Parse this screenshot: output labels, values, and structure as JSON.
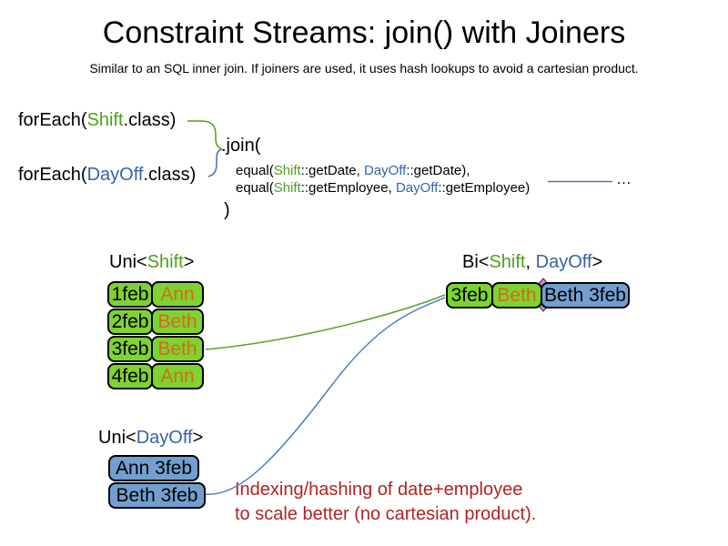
{
  "title": "Constraint Streams: join() with Joiners",
  "subtitle": "Similar to an SQL inner join. If joiners are used, it uses hash lookups to avoid a cartesian product.",
  "colors": {
    "shift_green_text": "#4aa21c",
    "dayoff_blue_text": "#3465a4",
    "employee_orange_text": "#d2691e",
    "shift_box_green": "#7ed331",
    "dayoff_box_blue": "#729fcf",
    "annotation_red": "#b22222",
    "joiner_line_purple": "#8064a2",
    "join_point_pink": "#cf8ccf"
  },
  "code": {
    "foreach_shift": {
      "pre": "forEach(",
      "cls": "Shift",
      "post": ".class)"
    },
    "foreach_dayoff": {
      "pre": "forEach(",
      "cls": "DayOff",
      "post": ".class)"
    },
    "join_open": ".join(",
    "joiner_date": {
      "pre": "equal(",
      "shift": "Shift",
      "mid": "::getDate, ",
      "dayoff": "DayOff",
      "post": "::getDate),"
    },
    "joiner_employee": {
      "pre": "equal(",
      "shift": "Shift",
      "mid": "::getEmployee, ",
      "dayoff": "DayOff",
      "post": "::getEmployee)"
    },
    "join_close": ")",
    "ellipsis": "…"
  },
  "uni_shift": {
    "label": {
      "pre": "Uni<",
      "type": "Shift",
      "post": ">"
    },
    "rows": [
      {
        "date": "1feb",
        "employee": "Ann"
      },
      {
        "date": "2feb",
        "employee": "Beth"
      },
      {
        "date": "3feb",
        "employee": "Beth"
      },
      {
        "date": "4feb",
        "employee": "Ann"
      }
    ]
  },
  "uni_dayoff": {
    "label": {
      "pre": "Uni<",
      "type": "DayOff",
      "post": ">"
    },
    "rows": [
      {
        "text": "Ann 3feb"
      },
      {
        "text": "Beth 3feb"
      }
    ]
  },
  "bi": {
    "label": {
      "pre": "Bi<",
      "shift": "Shift",
      "sep": ", ",
      "dayoff": "DayOff",
      "post": ">"
    },
    "row": {
      "date": "3feb",
      "employee": "Beth",
      "dayoff": "Beth 3feb"
    }
  },
  "annotation": {
    "line1": "Indexing/hashing of date+employee",
    "line2": "to scale better (no cartesian product)."
  }
}
